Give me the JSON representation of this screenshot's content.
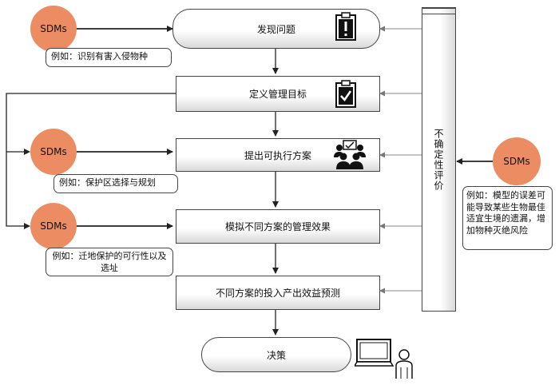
{
  "steps": {
    "identify": "发现问题",
    "objectives": "定义管理目标",
    "actions": "提出可执行方案",
    "simulate": "模拟不同方案的管理效果",
    "predict": "不同方案的投入产出效益预测",
    "decide": "决策"
  },
  "uncertainty_label": "不确定性评价",
  "sdm_label": "SDMs",
  "notes": {
    "identify": "例如：识别有害入侵物种",
    "actions": "例如：保护区选择与规划",
    "simulate": "例如：迁地保护的可行性以及选址",
    "uncertainty": "例如：模型的误差可能导致某些生物最佳适宜生境的遗漏，增加物种灭绝风险"
  },
  "colors": {
    "circle": "#ec8c62",
    "line": "#222222",
    "feedback": "#888888"
  },
  "icons": [
    "clipboard-alert-icon",
    "clipboard-check-icon",
    "team-meeting-icon",
    "computer-user-icon"
  ]
}
